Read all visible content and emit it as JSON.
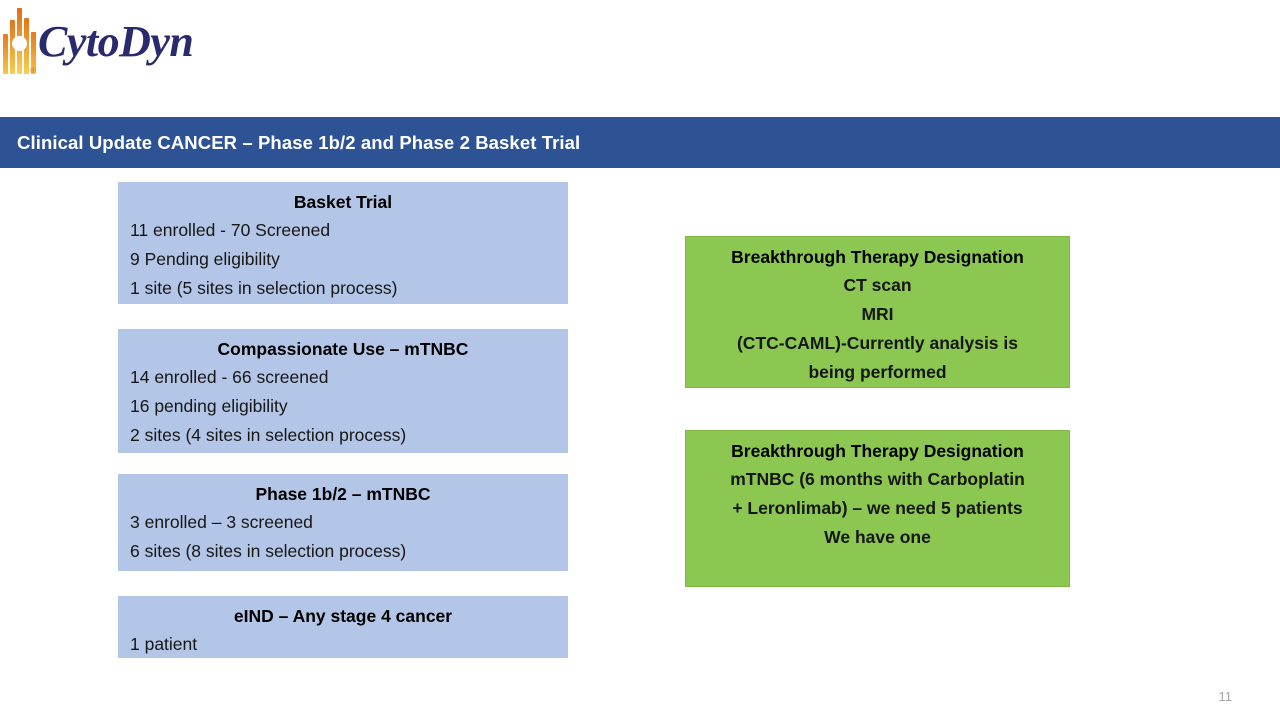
{
  "logo": {
    "wordmark": "CytoDyn",
    "registered_mark": "®",
    "bar_colors": [
      "#E8791E",
      "#E2741B",
      "#E06B17",
      "#F9D457",
      "#F6C344"
    ],
    "wordmark_color": "#2A2A6E"
  },
  "header": {
    "title": "Clinical Update CANCER – Phase 1b/2 and Phase 2 Basket Trial",
    "background_color": "#2E5395",
    "text_color": "#FFFFFF"
  },
  "colors": {
    "blue_box": "#B4C6E7",
    "green_box": "#8CC751",
    "page_number": "#A6A6A6"
  },
  "left_column": {
    "boxes": [
      {
        "title": "Basket Trial",
        "lines": [
          "11 enrolled  -  70 Screened",
          "9 Pending eligibility",
          "1 site (5 sites in selection process)"
        ]
      },
      {
        "title": "Compassionate Use – mTNBC",
        "lines": [
          "14 enrolled  -  66 screened",
          "16 pending eligibility",
          "2 sites (4 sites in selection process)"
        ]
      },
      {
        "title": "Phase 1b/2 – mTNBC",
        "lines": [
          "3 enrolled – 3 screened",
          "6 sites (8 sites in selection process)"
        ]
      },
      {
        "title": "eIND – Any stage 4 cancer",
        "lines": [
          "1 patient"
        ]
      }
    ]
  },
  "right_column": {
    "boxes": [
      {
        "title": "Breakthrough Therapy Designation",
        "lines": [
          "CT scan",
          "MRI",
          "(CTC-CAML)-Currently analysis is",
          "being performed"
        ]
      },
      {
        "title": "Breakthrough Therapy Designation",
        "lines": [
          "",
          "mTNBC (6 months with Carboplatin",
          "+ Leronlimab) – we need 5 patients",
          "We have one"
        ]
      }
    ]
  },
  "footer": {
    "page_number": "11"
  }
}
